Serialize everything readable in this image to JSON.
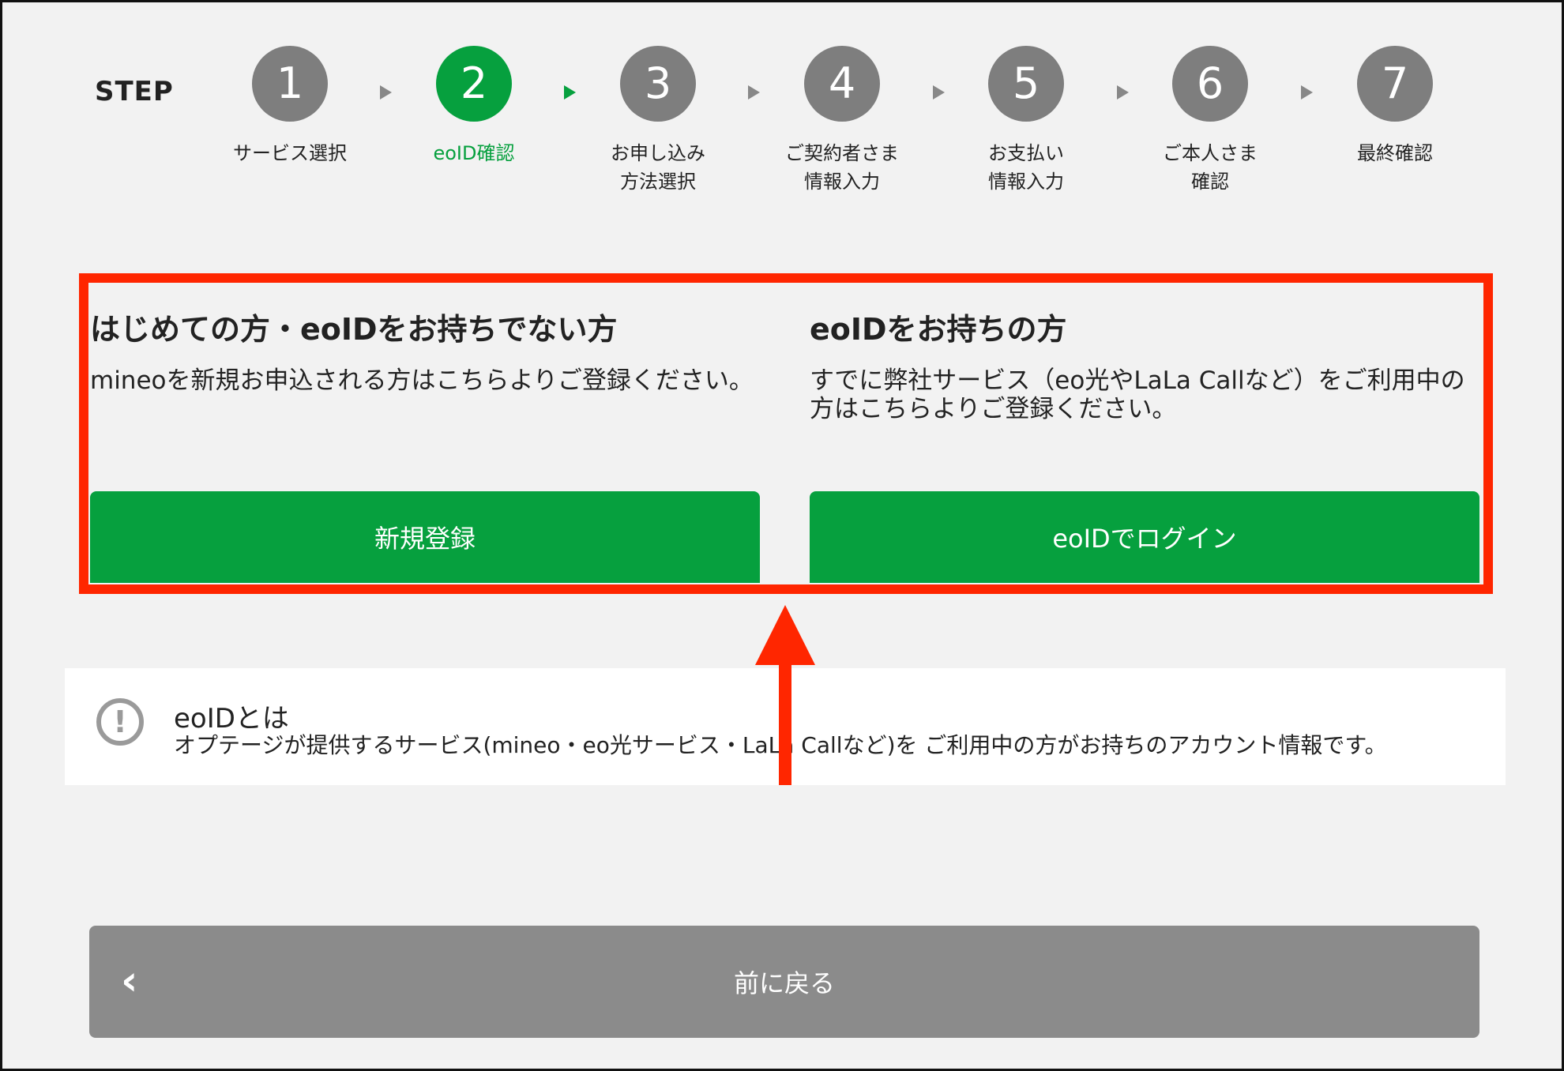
{
  "stepbar": {
    "label": "STEP",
    "steps": [
      {
        "num": "1",
        "name_line1": "サービス選択",
        "name_line2": ""
      },
      {
        "num": "2",
        "name_line1": "eoID確認",
        "name_line2": ""
      },
      {
        "num": "3",
        "name_line1": "お申し込み",
        "name_line2": "方法選択"
      },
      {
        "num": "4",
        "name_line1": "ご契約者さま",
        "name_line2": "情報入力"
      },
      {
        "num": "5",
        "name_line1": "お支払い",
        "name_line2": "情報入力"
      },
      {
        "num": "6",
        "name_line1": "ご本人さま",
        "name_line2": "確認"
      },
      {
        "num": "7",
        "name_line1": "最終確認",
        "name_line2": ""
      }
    ],
    "active_index": 1
  },
  "options": {
    "new": {
      "heading": "はじめての方・eoIDをお持ちでない方",
      "text": "mineoを新規お申込される方はこちらよりご登録ください。",
      "button": "新規登録"
    },
    "existing": {
      "heading": "eoIDをお持ちの方",
      "text": "すでに弊社サービス（eo光やLaLa Callなど）をご利用中の方はこちらよりご登録ください。",
      "button": "eoIDでログイン"
    }
  },
  "info": {
    "icon": "exclamation-circle-icon",
    "title": "eoIDとは",
    "desc": "オプテージが提供するサービス(mineo・eo光サービス・LaLa Callなど)を ご利用中の方がお持ちのアカウント情報です。"
  },
  "back": {
    "icon": "chevron-left-icon",
    "label": "前に戻る"
  },
  "colors": {
    "accent_green": "#06a03e",
    "step_gray": "#7e7e7e",
    "highlight_red": "#ff2600",
    "back_gray": "#8b8b8b"
  }
}
